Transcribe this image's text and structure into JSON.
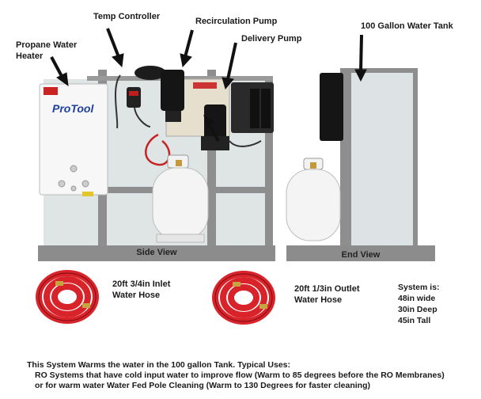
{
  "labels": {
    "temp_controller": "Temp Controller",
    "recirculation_pump": "Recirculation Pump",
    "delivery_pump": "Delivery Pump",
    "water_tank": "100 Gallon Water Tank",
    "propane_heater": "Propane Water\nHeater",
    "heater_brand": "ProTool",
    "side_view": "Side View",
    "end_view": "End View"
  },
  "hoses": {
    "inlet": "20ft 3/4in Inlet\nWater Hose",
    "outlet": "20ft 1/3in Outlet\nWater Hose"
  },
  "system": {
    "title": "System is:",
    "width": "48in wide",
    "depth": "30in Deep",
    "height": "45in Tall"
  },
  "description": {
    "line1": "This System Warms the water in the 100 gallon Tank.   Typical Uses:",
    "line2": "RO Systems that have cold input water to improve flow (Warm to 85 degrees before the RO Membranes)",
    "line3": "or for warm water Water Fed Pole Cleaning  (Warm to 130 Degrees for faster cleaning)"
  },
  "colors": {
    "hose_red": "#d8232a",
    "frame_gray": "#8a8a8a",
    "tank_white": "#dde3e4",
    "base_gray": "#8c8c8c"
  }
}
